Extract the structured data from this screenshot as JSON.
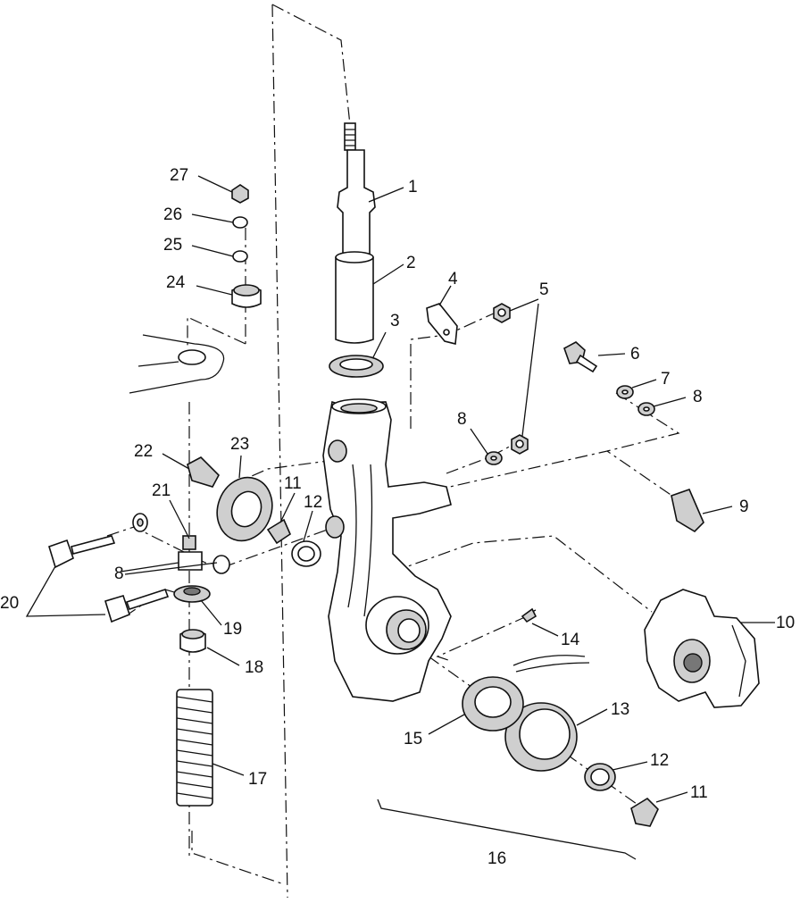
{
  "callouts": {
    "c1": "1",
    "c2": "2",
    "c3": "3",
    "c4": "4",
    "c5": "5",
    "c6": "6",
    "c7": "7",
    "c8a": "8",
    "c8b": "8",
    "c8c": "8",
    "c9": "9",
    "c10": "10",
    "c11a": "11",
    "c11b": "11",
    "c12a": "12",
    "c12b": "12",
    "c13": "13",
    "c14": "14",
    "c15": "15",
    "c16": "16",
    "c17": "17",
    "c18": "18",
    "c19": "19",
    "c20": "20",
    "c21": "21",
    "c22": "22",
    "c23": "23",
    "c24": "24",
    "c25": "25",
    "c26": "26",
    "c27": "27"
  }
}
